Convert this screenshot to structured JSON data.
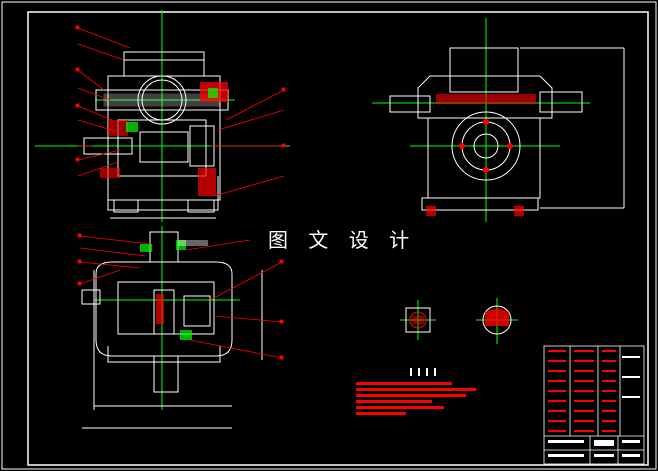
{
  "watermark": {
    "text": "图 文 设 计"
  },
  "colors": {
    "background": "#000000",
    "outline": "#ffffff",
    "centerline": "#00ff00",
    "leader": "#ff0000",
    "section": "#ff0000"
  },
  "views": [
    {
      "name": "front-section-view"
    },
    {
      "name": "side-view"
    },
    {
      "name": "top-section-view"
    },
    {
      "name": "part-detail-left"
    },
    {
      "name": "part-detail-right"
    }
  ],
  "title_block": {
    "name": "title-block"
  },
  "parts_list": {
    "name": "technical-notes"
  }
}
